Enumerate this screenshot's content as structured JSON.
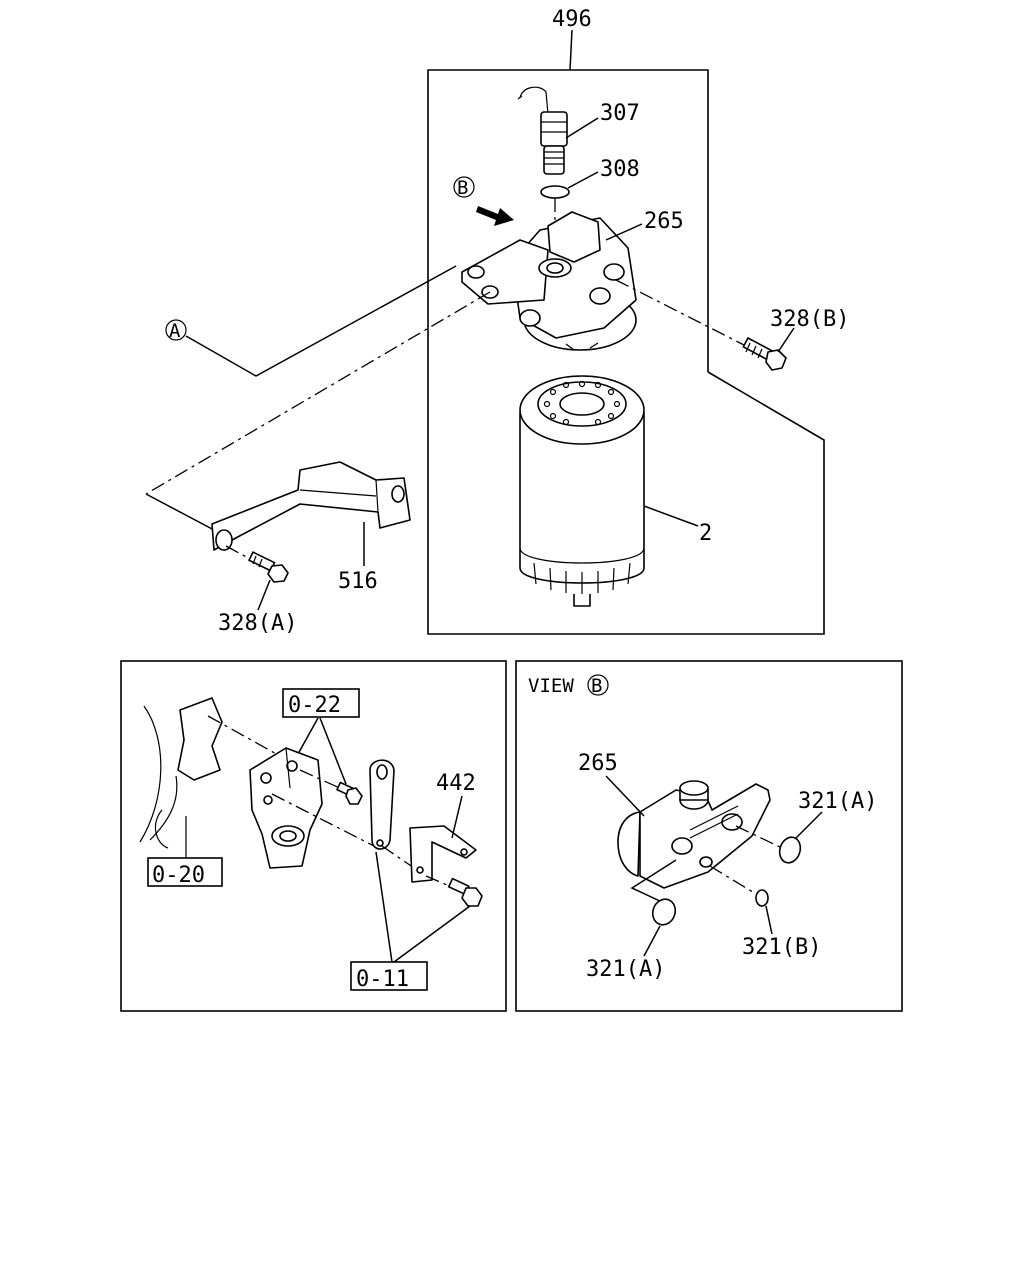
{
  "labels": {
    "assembly": "496",
    "sensor": "307",
    "sensor_oring": "308",
    "filter_head": "265",
    "bolt_b": "328(B)",
    "cartridge": "2",
    "bracket": "516",
    "bolt_a": "328(A)",
    "plate": "442",
    "ref_0_22": "0-22",
    "ref_0_20": "0-20",
    "ref_0_11": "0-11",
    "view_title": "VIEW",
    "view_head": "265",
    "oring_a_1": "321(A)",
    "oring_a_2": "321(A)",
    "oring_b": "321(B)",
    "marker_a": "A",
    "marker_b": "B",
    "marker_b_view": "B"
  }
}
